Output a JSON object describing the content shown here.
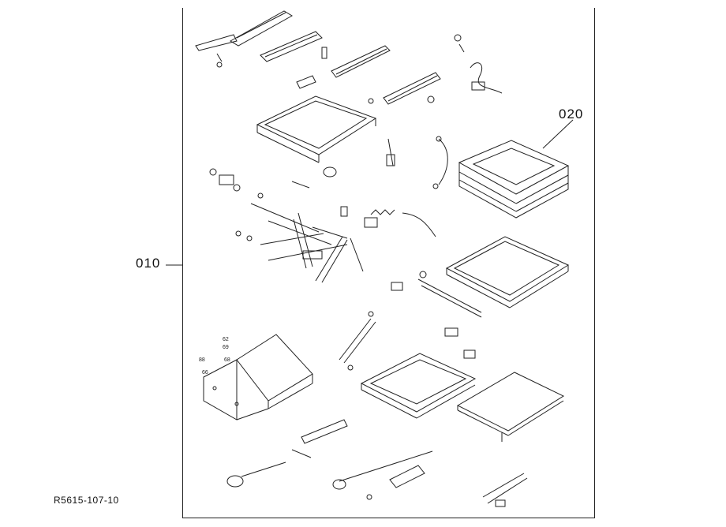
{
  "callouts": {
    "assembly": "010",
    "cushion": "020"
  },
  "figure_id": "R5615-107-10",
  "small_labels": [
    "62",
    "69",
    "68",
    "88",
    "66"
  ],
  "line_color": "#222222",
  "background": "#ffffff"
}
